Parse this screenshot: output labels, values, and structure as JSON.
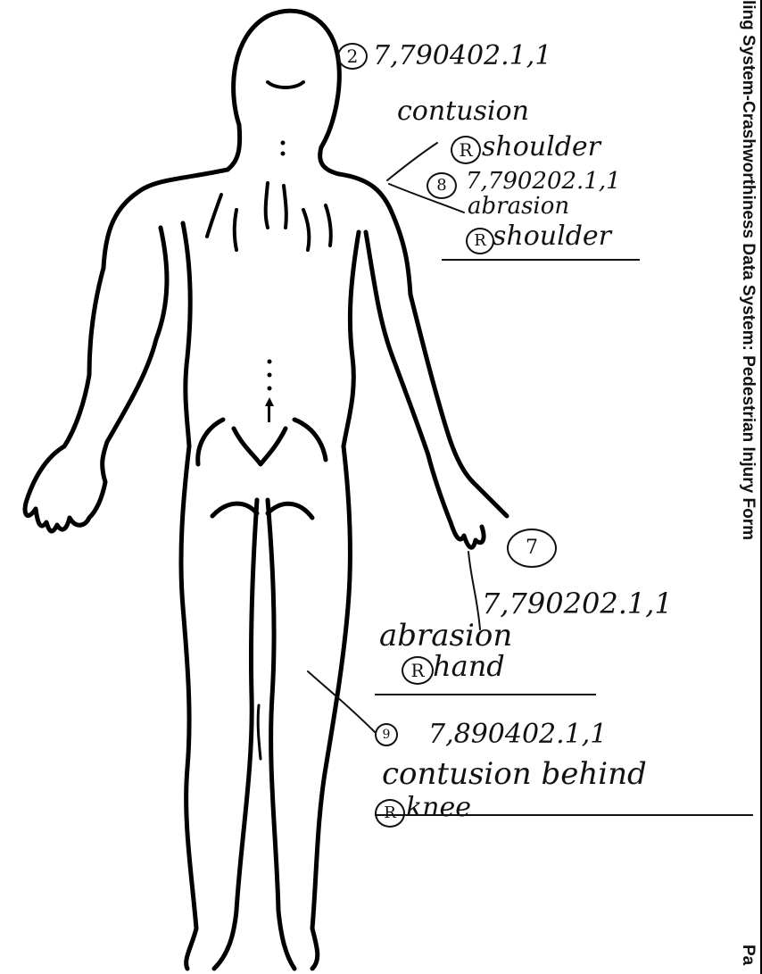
{
  "sidebar": {
    "title": "ling System-Crashworthiness Data System: Pedestrian Injury Form",
    "page_label": "Pa"
  },
  "annotations": [
    {
      "number": "2",
      "code": "7,790402.1,1",
      "description": "contusion",
      "side": "R",
      "location": "shoulder"
    },
    {
      "number": "8",
      "code": "7,790202.1,1",
      "description": "abrasion",
      "side": "R",
      "location": "shoulder"
    },
    {
      "number": "7",
      "code": "7,790202.1,1",
      "description": "abrasion",
      "side": "R",
      "location": "hand"
    },
    {
      "number": "9",
      "code": "7,890402.1,1",
      "description": "contusion behind",
      "side": "R",
      "location": "knee"
    }
  ]
}
